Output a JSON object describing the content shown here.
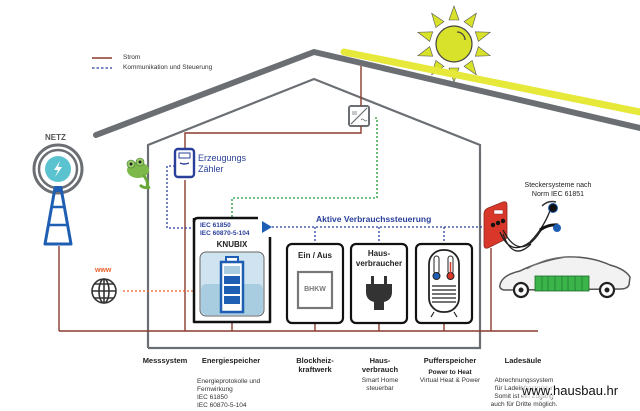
{
  "legend": {
    "power_label": "Strom",
    "comm_label": "Kommunikation und Steuerung"
  },
  "colors": {
    "power_line": "#8b3a2e",
    "comm_line_blue": "#2a3f9a",
    "comm_line_green": "#1e9a3a",
    "comm_line_orange": "#e8602a",
    "house_outline": "#6b6f74",
    "solar_panel": "#e6e83a",
    "sun": "#d8e22a",
    "tower_blue": "#1f5fb3",
    "netz_circle": "#5bc3cf",
    "battery_blue": "#1f5fb3",
    "battery_bg": "#a8cce0",
    "wallbox_red": "#d8372a",
    "car_battery_green": "#3bb54a",
    "label_blue": "#2a3f9a"
  },
  "grid": {
    "label": "NETZ",
    "icon": "lightning-icon"
  },
  "internet": {
    "label": "www",
    "icon": "globe-icon"
  },
  "meter": {
    "label_line1": "Erzeugungs",
    "label_line2": "Zähler"
  },
  "control_bus": {
    "label": "Aktive Verbrauchssteuerung"
  },
  "storage_box": {
    "protocol1": "IEC 61850",
    "protocol2": "IEC 60870-5-104",
    "name": "KNUBIX",
    "icon": "battery-icon"
  },
  "chp_box": {
    "title": "Ein / Aus",
    "inner_label": "BHKW"
  },
  "consumer_box": {
    "title_line1": "Haus-",
    "title_line2": "verbraucher",
    "icon": "plug-icon"
  },
  "buffer_box": {
    "icon": "water-tank-thermometer-icon"
  },
  "charging": {
    "label_line1": "Steckersysteme nach",
    "label_line2": "Norm IEC 61851"
  },
  "bottom": {
    "messsystem": "Messsystem",
    "energiespeicher": "Energiespeicher",
    "energiespeicher_sub": [
      "Energieprotokolle und",
      "Fernwirkung",
      "IEC 61850",
      "IEC 60870-5-104"
    ],
    "blockheiz_line1": "Blockheiz-",
    "blockheiz_line2": "kraftwerk",
    "haus_line1": "Haus-",
    "haus_line2": "verbrauch",
    "haus_sub1": "Smart Home",
    "haus_sub2": "steuerbar",
    "puffer": "Pufferspeicher",
    "puffer_sub1": "Power to Heat",
    "puffer_sub2": "Virtual Heat & Power",
    "lade": "Ladesäule",
    "lade_sub": [
      "Abrechnungssystem",
      "für Ladeinfrastruktur",
      "Somit ist ein Zugang",
      "auch für Dritte möglich."
    ]
  },
  "watermark": "www.hausbau.hr"
}
